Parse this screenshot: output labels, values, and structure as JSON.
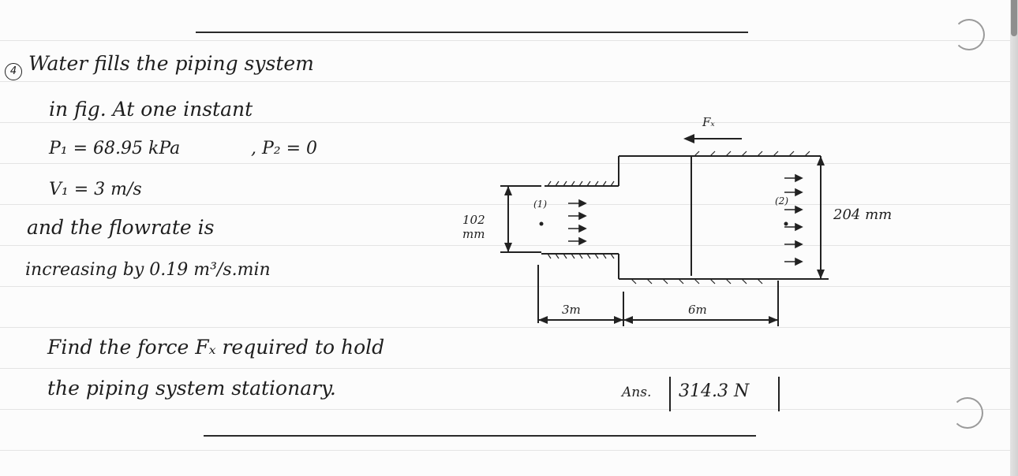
{
  "problem": {
    "number": "4",
    "line1": "Water fills the piping system",
    "line2": "in fig. At one instant",
    "p1": "P₁ = 68.95 kPa",
    "p2": ", P₂ = 0",
    "v1": "V₁ = 3 m/s",
    "line5": "and the flowrate is",
    "line6": "increasing by 0.19 m³/s.min",
    "line7": "Find the force Fₓ required to hold",
    "line8": "the piping system stationary."
  },
  "diagram": {
    "force_label": "Fₓ",
    "station1": "(1)",
    "station2": "(2)",
    "dia1": "102",
    "dia1_unit": "mm",
    "dia2": "204 mm",
    "len1": "3m",
    "len2": "6m"
  },
  "answer": {
    "label": "Ans.",
    "value": "314.3 N"
  }
}
